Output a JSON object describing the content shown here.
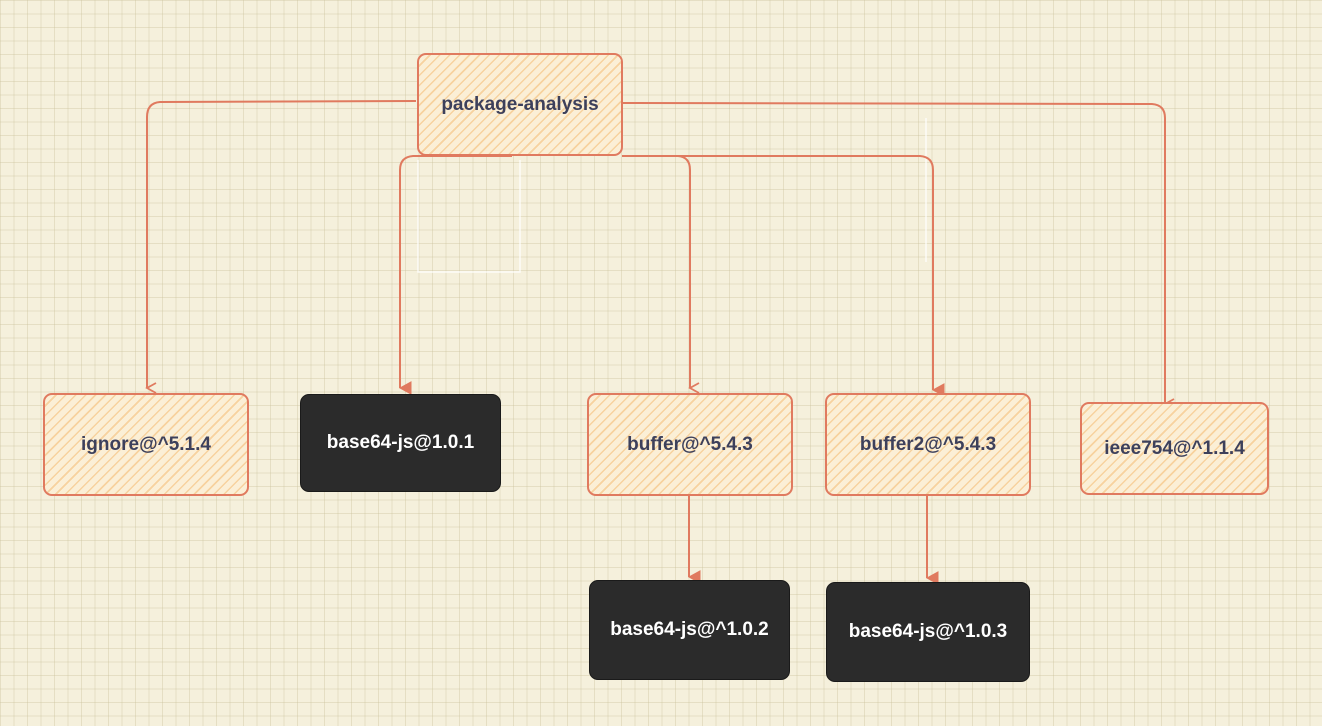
{
  "diagram": {
    "colors": {
      "edge": "#e07a5f",
      "node_light_text": "#3d405b",
      "node_dark_fill": "#2b2b2b"
    },
    "nodes": {
      "root": {
        "label": "package-analysis"
      },
      "ignore": {
        "label": "ignore@^5.1.4"
      },
      "base64_101": {
        "label": "base64-js@1.0.1"
      },
      "buffer": {
        "label": "buffer@^5.4.3"
      },
      "buffer2": {
        "label": "buffer2@^5.4.3"
      },
      "ieee754": {
        "label": "ieee754@^1.1.4"
      },
      "base64_102": {
        "label": "base64-js@^1.0.2"
      },
      "base64_103": {
        "label": "base64-js@^1.0.3"
      }
    },
    "edges": [
      {
        "from": "root",
        "to": "ignore"
      },
      {
        "from": "root",
        "to": "base64_101"
      },
      {
        "from": "root",
        "to": "buffer"
      },
      {
        "from": "root",
        "to": "buffer2"
      },
      {
        "from": "root",
        "to": "ieee754"
      },
      {
        "from": "buffer",
        "to": "base64_102"
      },
      {
        "from": "buffer2",
        "to": "base64_103"
      }
    ]
  }
}
